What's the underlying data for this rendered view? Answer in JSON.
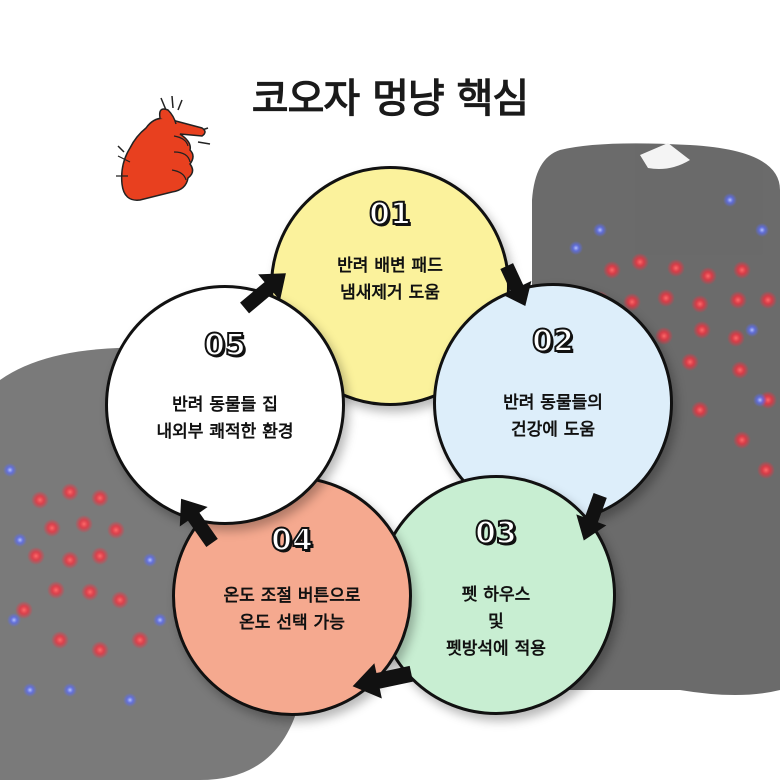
{
  "title": "코오자 멍냥 핵심",
  "colors": {
    "circle_01": "#fbf29c",
    "circle_02": "#ddeefa",
    "circle_03": "#c8eed2",
    "circle_04": "#f5a98f",
    "circle_05": "#ffffff",
    "outline": "#111111",
    "hand": "#e8401f"
  },
  "steps": [
    {
      "num": "01",
      "lines": [
        "반려 배변 패드",
        "냄새제거 도움"
      ]
    },
    {
      "num": "02",
      "lines": [
        "반려 동물들의",
        "건강에 도움"
      ]
    },
    {
      "num": "03",
      "lines": [
        "펫 하우스",
        "및",
        "펫방석에 적용"
      ]
    },
    {
      "num": "04",
      "lines": [
        "온도 조절 버튼으로",
        "온도 선택 가능"
      ]
    },
    {
      "num": "05",
      "lines": [
        "반려 동물들 집",
        "내외부 쾌적한 환경"
      ]
    }
  ],
  "icons": {
    "hand": "finger-snap-hand-icon",
    "arrow": "cycle-arrow-icon"
  }
}
